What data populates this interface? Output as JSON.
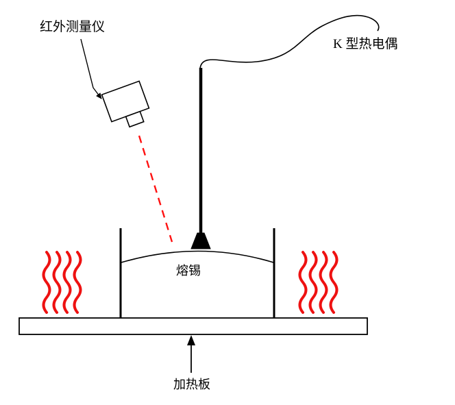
{
  "diagram": {
    "title": "solder-temperature-measurement-setup",
    "labels": {
      "infrared": "红外测量仪",
      "thermocouple": "K 型热电偶",
      "tin": "熔锡",
      "plate": "加热板"
    },
    "colors": {
      "line": "#000000",
      "heat": "#ee1111",
      "laser": "#ff1111",
      "fill_white": "#ffffff",
      "background": "#ffffff"
    }
  }
}
